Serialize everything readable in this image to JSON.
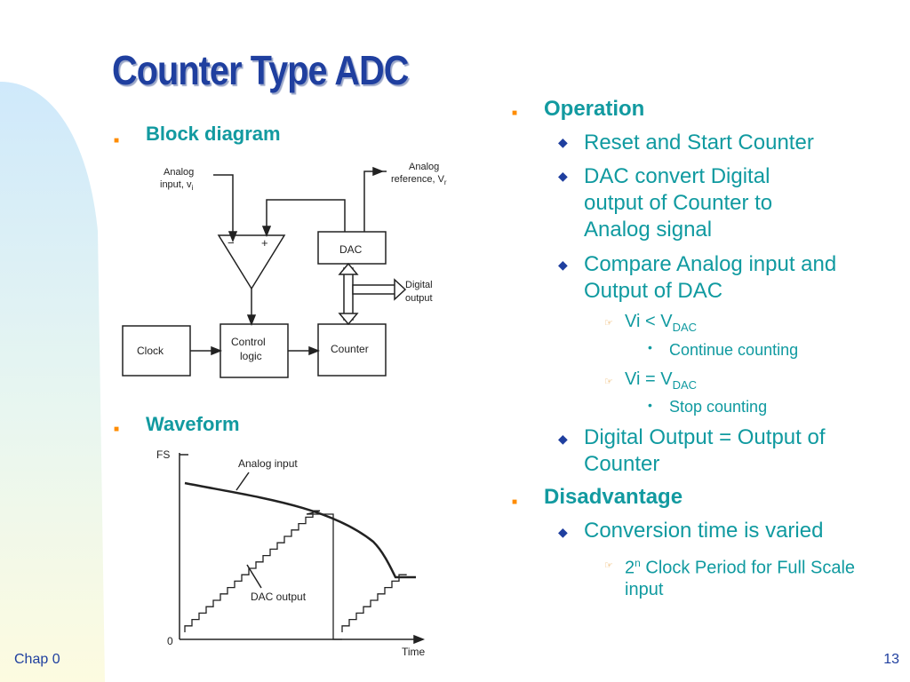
{
  "slide": {
    "title": "Counter Type ADC",
    "footer_left": "Chap 0",
    "page_number": "13"
  },
  "left": {
    "block_heading": "Block diagram",
    "waveform_heading": "Waveform"
  },
  "block_diagram": {
    "analog_input_line1": "Analog",
    "analog_input_line2": "input, v",
    "analog_input_sub": "i",
    "analog_ref_line1": "Analog",
    "analog_ref_line2": "reference, V",
    "analog_ref_sub": "r",
    "minus": "−",
    "plus": "+",
    "dac": "DAC",
    "digital_output_line1": "Digital",
    "digital_output_line2": "output",
    "clock": "Clock",
    "control_line1": "Control",
    "control_line2": "logic",
    "counter": "Counter"
  },
  "waveform": {
    "fs": "FS",
    "zero": "0",
    "time": "Time",
    "analog_input": "Analog input",
    "dac_output": "DAC output"
  },
  "right": {
    "operation": "Operation",
    "op_items": [
      "Reset and Start Counter",
      "DAC convert Digital output of Counter to Analog signal",
      "Compare Analog input and Output of DAC",
      "Digital Output = Output of Counter"
    ],
    "cond1_main": "Vi < V",
    "cond1_sub": "DAC",
    "cond1_result": "Continue counting",
    "cond2_main": "Vi = V",
    "cond2_sub": "DAC",
    "cond2_result": "Stop counting",
    "disadvantage": "Disadvantage",
    "dis_item": "Conversion time is varied",
    "dis_sub_base": "2",
    "dis_sub_sup": "n",
    "dis_sub_rest": " Clock Period for Full Scale input"
  }
}
